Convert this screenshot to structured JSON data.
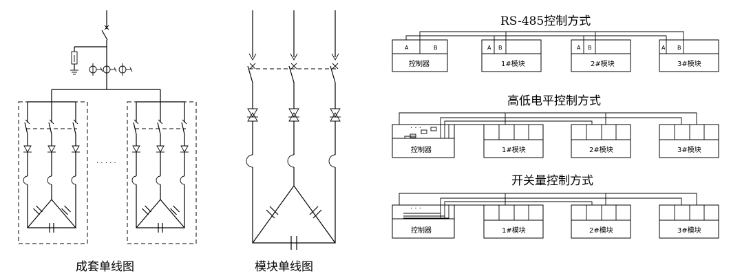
{
  "captions": {
    "set_single_line": "成套单线图",
    "module_single_line": "模块单线图"
  },
  "schemes": [
    {
      "title": "RS-485控制方式",
      "controller_label": "控制器",
      "port_a": "A",
      "port_b": "B",
      "modules": [
        "1#模块",
        "2#模块",
        "3#模块"
      ]
    },
    {
      "title": "高低电平控制方式",
      "controller_label": "控制器",
      "modules": [
        "1#模块",
        "2#模块",
        "3#模块"
      ]
    },
    {
      "title": "开关量控制方式",
      "controller_label": "控制器",
      "modules": [
        "1#模块",
        "2#模块",
        "3#模块"
      ]
    }
  ],
  "ellipsis": "· · · · ·"
}
